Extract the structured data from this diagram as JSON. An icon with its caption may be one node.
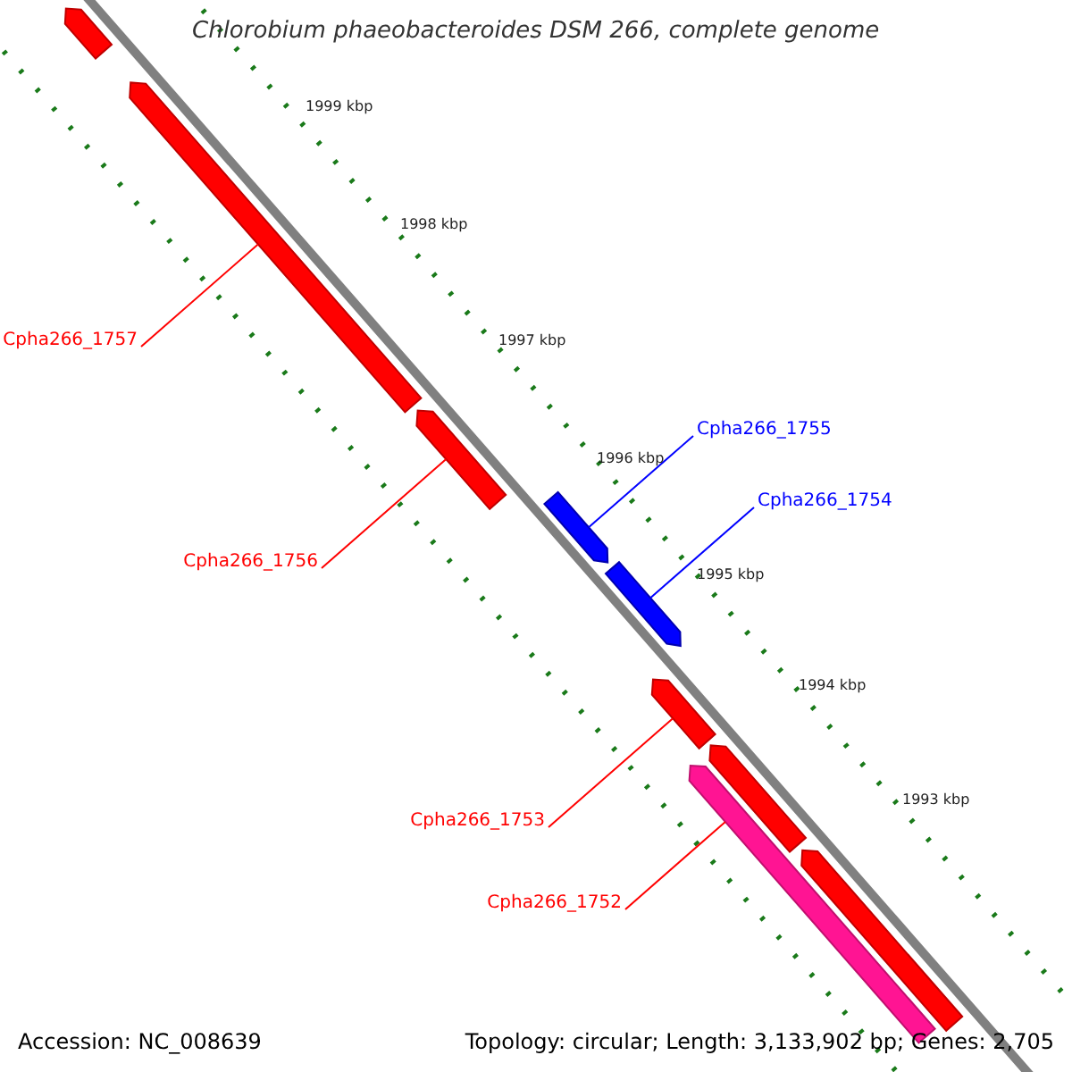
{
  "diagram": {
    "title": "Chlorobium phaeobacteroides DSM 266, complete genome",
    "nodes": [
      {
        "text": [],
        "shape": "arrow"
      },
      {
        "text": [],
        "shape": "arrow"
      },
      {
        "text": [],
        "shape": "arrow"
      },
      {
        "text": [],
        "shape": "arrow"
      },
      {
        "text": [],
        "shape": "arrow"
      },
      {
        "text": [],
        "shape": "arrow"
      },
      {
        "text": [],
        "shape": "arrow"
      },
      {
        "text": [],
        "shape": "arrow"
      },
      {
        "text": [],
        "shape": "arrow"
      },
      {
        "text": [
          "Cpha266_1757"
        ]
      },
      {
        "text": [
          "Cpha266_1756"
        ]
      },
      {
        "text": [
          "Cpha266_1755"
        ]
      },
      {
        "text": [
          "Cpha266_1754"
        ]
      },
      {
        "text": [
          "Cpha266_1753"
        ]
      },
      {
        "text": [
          "Cpha266_1752"
        ]
      }
    ],
    "edges": [
      {
        "from": 9,
        "to": 1,
        "arrow": "none"
      },
      {
        "from": 10,
        "to": 2,
        "arrow": "none"
      },
      {
        "from": 11,
        "to": 3,
        "arrow": "none",
        "color": "#0000ff"
      },
      {
        "from": 12,
        "to": 4,
        "arrow": "none",
        "color": "#0000ff"
      },
      {
        "from": 13,
        "to": 5,
        "arrow": "none"
      },
      {
        "from": 14,
        "to": 7,
        "arrow": "none"
      }
    ],
    "labels": [
      "1999 kbp",
      "1998 kbp",
      "1997 kbp",
      "1996 kbp",
      "1995 kbp",
      "1994 kbp",
      "1993 kbp",
      "Accession: NC_008639",
      "Topology: circular; Length: 3,133,902 bp; Genes: 2,705"
    ]
  }
}
